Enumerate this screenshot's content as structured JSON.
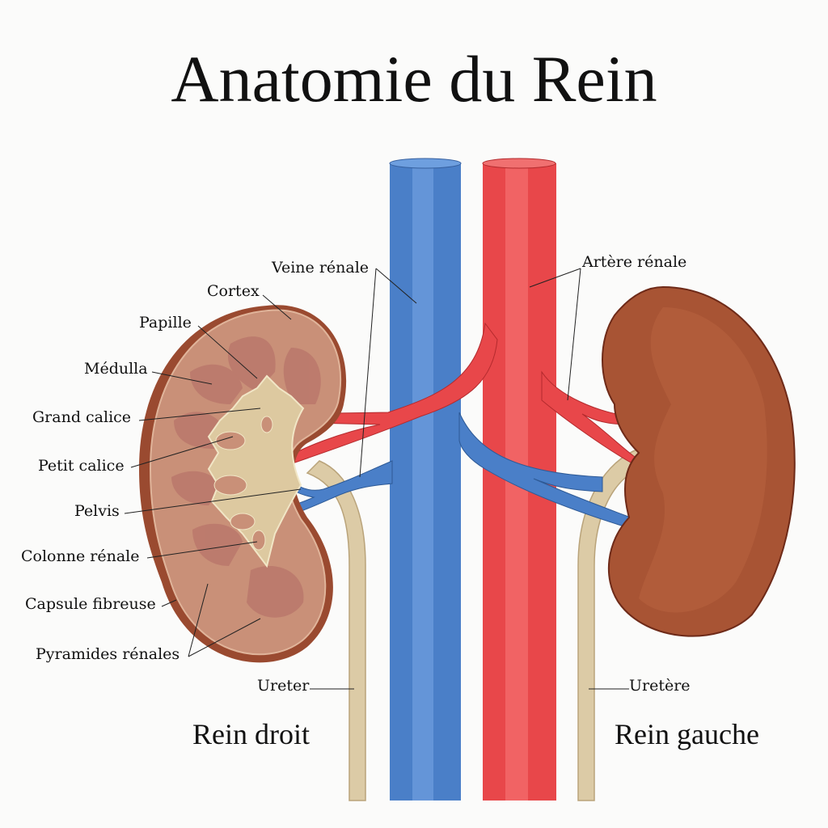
{
  "title": "Anatomie du Rein",
  "labels": {
    "veine_renale": "Veine rénale",
    "artere_renale": "Artère rénale",
    "cortex": "Cortex",
    "papille": "Papille",
    "medulla": "Médulla",
    "grand_calice": "Grand calice",
    "petit_calice": "Petit calice",
    "pelvis": "Pelvis",
    "colonne_renale": "Colonne rénale",
    "capsule_fibreuse": "Capsule fibreuse",
    "pyramides_renales": "Pyramides rénales",
    "ureter_right": "Ureter",
    "ureter_left": "Uretère"
  },
  "captions": {
    "rein_droit": "Rein droit",
    "rein_gauche": "Rein gauche"
  },
  "colors": {
    "vein": "#4a7fc8",
    "artery": "#e8474a",
    "kidney_section": "#c99078",
    "kidney_outer": "#9a4a30",
    "ureter": "#dccba6"
  }
}
